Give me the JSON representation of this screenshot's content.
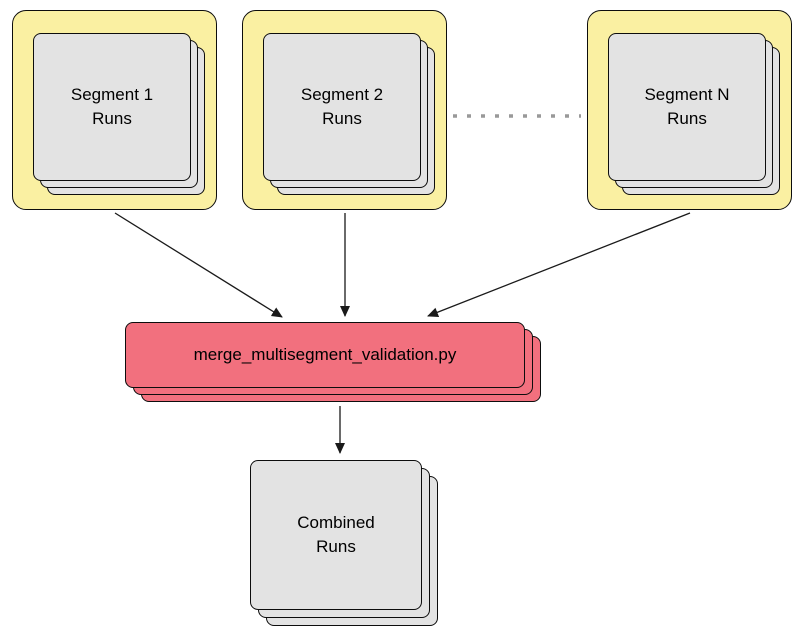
{
  "diagram": {
    "type": "flow-diagram",
    "nodes": {
      "segment1": {
        "label": "Segment 1\nRuns"
      },
      "segment2": {
        "label": "Segment 2\nRuns"
      },
      "segmentN": {
        "label": "Segment N\nRuns"
      },
      "merge": {
        "label": "merge_multisegment_validation.py"
      },
      "combined": {
        "label": "Combined\nRuns"
      }
    },
    "edges": [
      {
        "from": "segment1",
        "to": "merge",
        "style": "arrow"
      },
      {
        "from": "segment2",
        "to": "merge",
        "style": "arrow"
      },
      {
        "from": "segmentN",
        "to": "merge",
        "style": "arrow"
      },
      {
        "from": "merge",
        "to": "combined",
        "style": "arrow"
      },
      {
        "between": [
          "segment2",
          "segmentN"
        ],
        "style": "dotted-ellipsis"
      }
    ],
    "colors": {
      "group_fill": "#FAF0A2",
      "card_fill": "#E3E3E3",
      "merge_fill": "#F2707E",
      "stroke": "#0D0D0D",
      "connector": "#1A1A1A",
      "ellipsis_dots": "#999999",
      "background": "#FFFFFF"
    }
  }
}
